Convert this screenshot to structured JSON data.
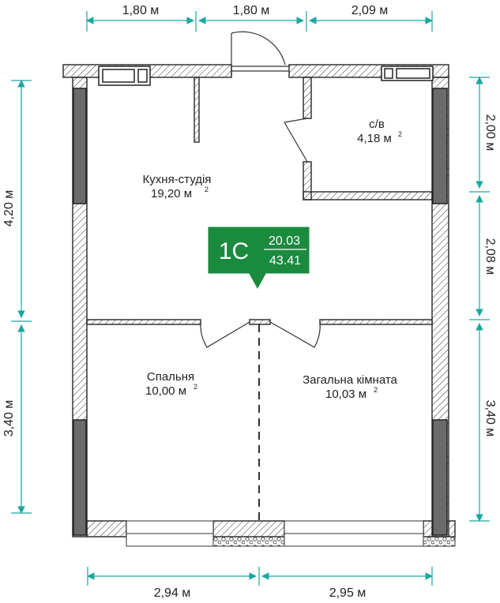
{
  "dimensions": {
    "top": [
      "1,80 м",
      "1,80 м",
      "2,09 м"
    ],
    "bottom": [
      "2,94 м",
      "2,95 м"
    ],
    "left": [
      "4,20 м",
      "3,40 м"
    ],
    "right": [
      "2,00 м",
      "2,08 м",
      "3,40 м"
    ]
  },
  "rooms": {
    "kitchen": {
      "name": "Кухня-студія",
      "area": "19,20 м",
      "sup": "2"
    },
    "bathroom": {
      "name": "с/в",
      "area": "4,18 м",
      "sup": "2"
    },
    "bedroom": {
      "name": "Спальня",
      "area": "10,00 м",
      "sup": "2"
    },
    "living": {
      "name": "Загальна кімната",
      "area": "10,03 м",
      "sup": "2"
    }
  },
  "badge": {
    "type": "1С",
    "living_area": "20.03",
    "total_area": "43.41",
    "color": "#1a8a3e"
  },
  "colors": {
    "dimension": "#1aa7a0",
    "wall": "#333333",
    "column": "#6b6b6b"
  }
}
